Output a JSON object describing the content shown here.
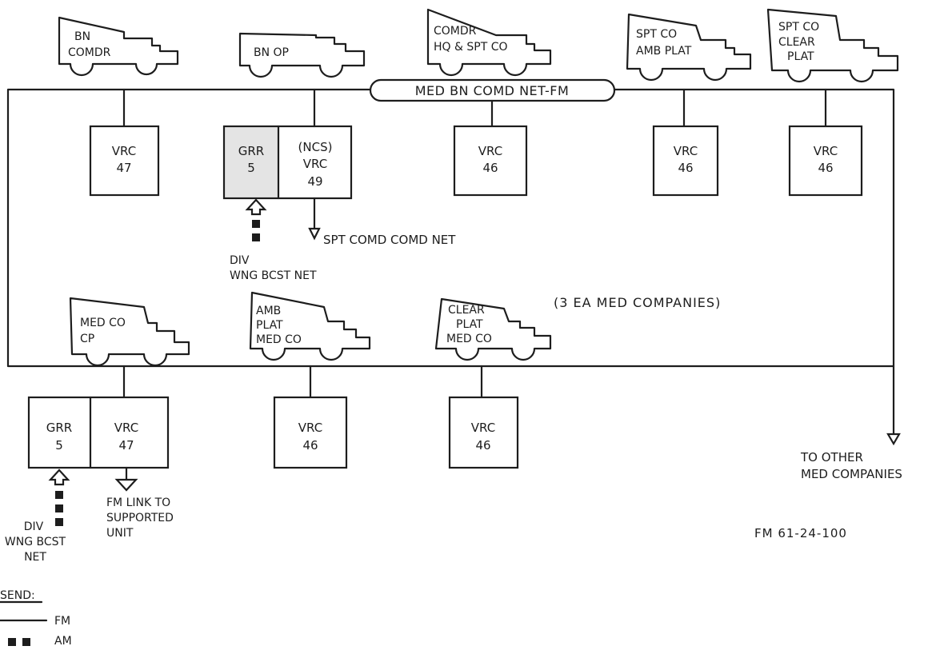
{
  "net_label": "MED BN COMD NET-FM",
  "vehicles": {
    "bn_comdr": [
      "BN",
      "COMDR"
    ],
    "bn_op": [
      "BN OP"
    ],
    "comdr_hq": [
      "COMDR",
      "HQ & SPT CO"
    ],
    "spt_amb": [
      "SPT CO",
      "AMB PLAT"
    ],
    "spt_clear": [
      "SPT CO",
      "CLEAR",
      "PLAT"
    ],
    "med_co_cp": [
      "MED CO",
      "CP"
    ],
    "amb_plat": [
      "AMB",
      "PLAT",
      "MED CO"
    ],
    "clear_plat": [
      "CLEAR",
      "PLAT",
      "MED CO"
    ]
  },
  "radios": {
    "r1": [
      "VRC",
      "47"
    ],
    "grr_top": [
      "GRR",
      "5"
    ],
    "ncs": [
      "(NCS)",
      "VRC",
      "49"
    ],
    "r3": [
      "VRC",
      "46"
    ],
    "r4": [
      "VRC",
      "46"
    ],
    "r5": [
      "VRC",
      "46"
    ],
    "grr_bot": [
      "GRR",
      "5"
    ],
    "vrc47_bot": [
      "VRC",
      "47"
    ],
    "r8": [
      "VRC",
      "46"
    ],
    "r9": [
      "VRC",
      "46"
    ]
  },
  "labels": {
    "spt_comd_net": "SPT COMD COMD NET",
    "div_wng_top": [
      "DIV",
      "WNG BCST NET"
    ],
    "three_ea": "(3 EA MED COMPANIES)",
    "div_wng_bot": [
      "DIV",
      "WNG BCST",
      "NET"
    ],
    "fm_link": [
      "FM LINK TO",
      "SUPPORTED",
      "UNIT"
    ],
    "to_other": [
      "TO OTHER",
      "MED COMPANIES"
    ],
    "fm_ref": "FM 61-24-100"
  },
  "legend": {
    "title": "SEND:",
    "fm": "FM",
    "am": "AM"
  }
}
